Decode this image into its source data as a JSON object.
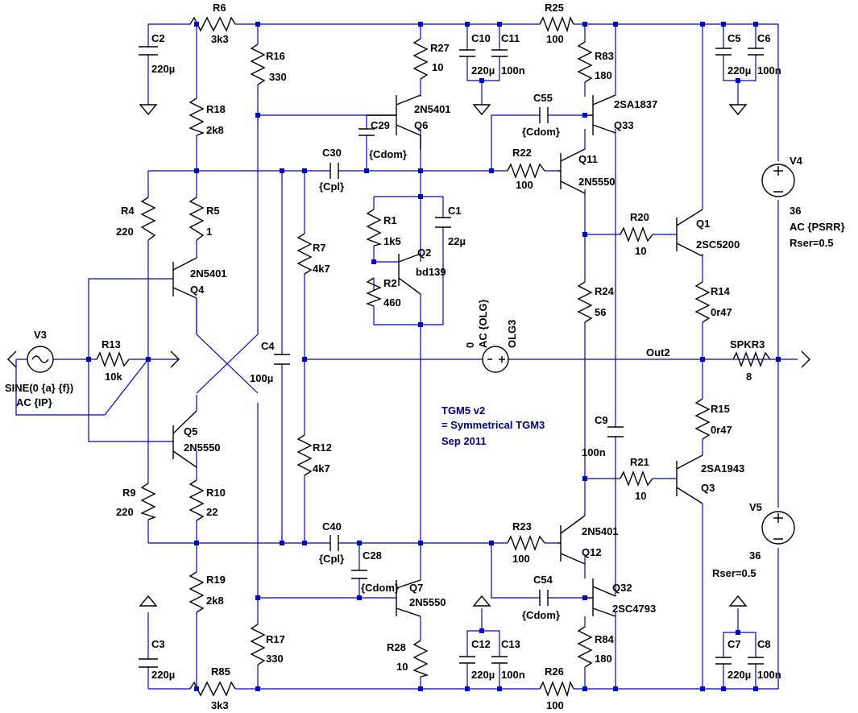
{
  "labels": {
    "R6": "R6",
    "R6v": "3k3",
    "C2": "C2",
    "C2v": "220µ",
    "R16": "R16",
    "R16v": "330",
    "R27": "R27",
    "R27v": "10",
    "C10": "C10",
    "C11": "C11",
    "C10v": "220µ",
    "C11v": "100n",
    "R25": "R25",
    "R25v": "100",
    "R83": "R83",
    "R83v": "180",
    "C5": "C5",
    "C6": "C6",
    "C5v": "220µ",
    "C6v": "100n",
    "Q6t": "2N5401",
    "Q6": "Q6",
    "C29": "C29",
    "C29v": "{Cdom}",
    "C55": "C55",
    "C55v": "{Cdom}",
    "Q33t": "2SA1837",
    "Q33": "Q33",
    "R18": "R18",
    "R18v": "2k8",
    "C30": "C30",
    "C30v": "{Cpl}",
    "R22": "R22",
    "R22v": "100",
    "Q11": "Q11",
    "Q11t": "2N5550",
    "V4": "V4",
    "V4v": "36",
    "V4ac": "AC {PSRR}",
    "V4r": "Rser=0.5",
    "R4": "R4",
    "R4v": "220",
    "R5": "R5",
    "R5v": "1",
    "R1": "R1",
    "R1v": "1k5",
    "C1": "C1",
    "C1v": "22µ",
    "R20": "R20",
    "R20v": "10",
    "Q1": "Q1",
    "Q1t": "2SC5200",
    "R7": "R7",
    "R7v": "4k7",
    "Q2": "Q2",
    "Q2t": "bd139",
    "Q4t": "2N5401",
    "Q4": "Q4",
    "R2": "R2",
    "R2v": "460",
    "R24": "R24",
    "R24v": "56",
    "R14": "R14",
    "R14v": "0r47",
    "V3": "V3",
    "R13": "R13",
    "R13v": "10k",
    "V3s": "SINE(0 {a} {f})",
    "V3ac": "AC {IP}",
    "C4": "C4",
    "C4v": "100µ",
    "OLGa": "0",
    "OLGb": "AC {OLG}",
    "OLG3": "OLG3",
    "Out2": "Out2",
    "SPKR3": "SPKR3",
    "SPKRv": "8",
    "R15": "R15",
    "R15v": "0r47",
    "Q5": "Q5",
    "Q5t": "2N5550",
    "note1": "TGM5 v2",
    "note2": "= Symmetrical TGM3",
    "note3": "Sep 2011",
    "C9": "C9",
    "C9v": "100n",
    "R12": "R12",
    "R12v": "4k7",
    "R21": "R21",
    "R21v": "10",
    "Q3t": "2SA1943",
    "Q3": "Q3",
    "R9": "R9",
    "R9v": "220",
    "R10": "R10",
    "R10v": "22",
    "V5": "V5",
    "V5v": "36",
    "V5r": "Rser=0.5",
    "C40": "C40",
    "C40v": "{Cpl}",
    "R23": "R23",
    "R23v": "100",
    "Q12t": "2N5401",
    "Q12": "Q12",
    "C28": "C28",
    "R19": "R19",
    "R19v": "2k8",
    "C28v": "{Cdom}",
    "Q7": "Q7",
    "Q7t": "2N5550",
    "C54": "C54",
    "C54v": "{Cdom}",
    "Q32": "Q32",
    "Q32t": "2SC4793",
    "R17": "R17",
    "R17v": "330",
    "R28": "R28",
    "R28v": "10",
    "C3": "C3",
    "C3v": "220µ",
    "C12": "C12",
    "C13": "C13",
    "C12v": "220µ",
    "C13v": "100n",
    "R84": "R84",
    "R84v": "180",
    "C7": "C7",
    "C8": "C8",
    "C7v": "220µ",
    "C8v": "100n",
    "R85": "R85",
    "R85v": "3k3",
    "R26": "R26",
    "R26v": "100"
  }
}
